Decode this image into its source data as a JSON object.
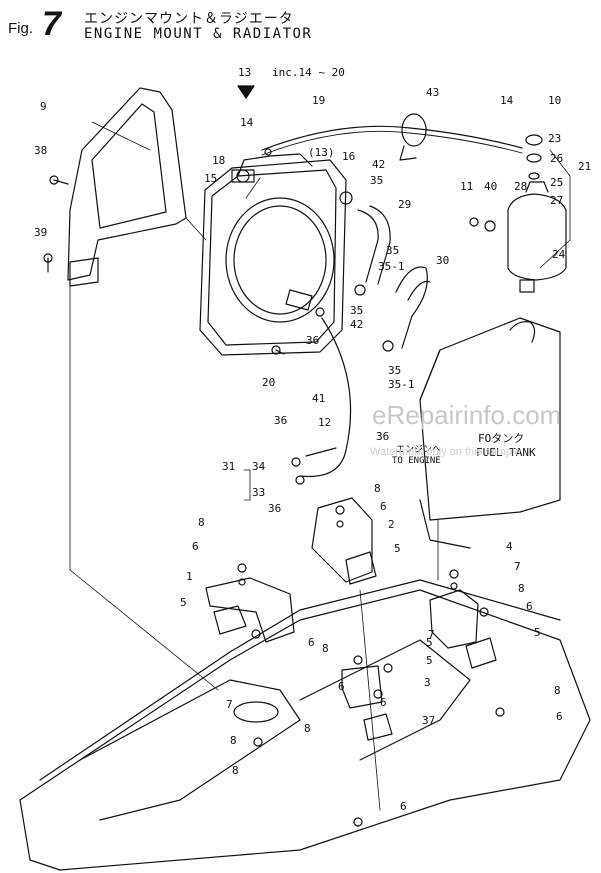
{
  "header": {
    "fig_word": "Fig.",
    "fig_number": "7",
    "title_jp": "エンジンマウント＆ラジエータ",
    "title_en": "ENGINE MOUNT & RADIATOR"
  },
  "annotations": {
    "inc_note": "inc.14 ~ 20",
    "engine_jp": "エンジンへ",
    "engine_en": "TO ENGINE",
    "tank_jp": "FOタンク",
    "tank_en": "FUEL TANK"
  },
  "watermark": {
    "site": "eRepairinfo.com",
    "sample_note": "Watermark only on this sample"
  },
  "callouts": [
    "13",
    "19",
    "43",
    "14",
    "10",
    "9",
    "14",
    "(13)",
    "16",
    "42",
    "35",
    "23",
    "26",
    "21",
    "38",
    "18",
    "15",
    "25",
    "27",
    "11",
    "40",
    "28",
    "29",
    "24",
    "39",
    "35",
    "35-1",
    "30",
    "35",
    "42",
    "36",
    "20",
    "35",
    "35-1",
    "41",
    "36",
    "12",
    "36",
    "31",
    "34",
    "33",
    "36",
    "8",
    "6",
    "2",
    "8",
    "6",
    "5",
    "1",
    "5",
    "7",
    "6",
    "8",
    "5",
    "4",
    "7",
    "8",
    "6",
    "5",
    "3",
    "37",
    "8",
    "6",
    "5",
    "7",
    "6",
    "8",
    "6",
    "8",
    "8",
    "6"
  ],
  "colors": {
    "ink": "#111111",
    "paper": "#ffffff",
    "watermark": "#c8c8c8"
  }
}
